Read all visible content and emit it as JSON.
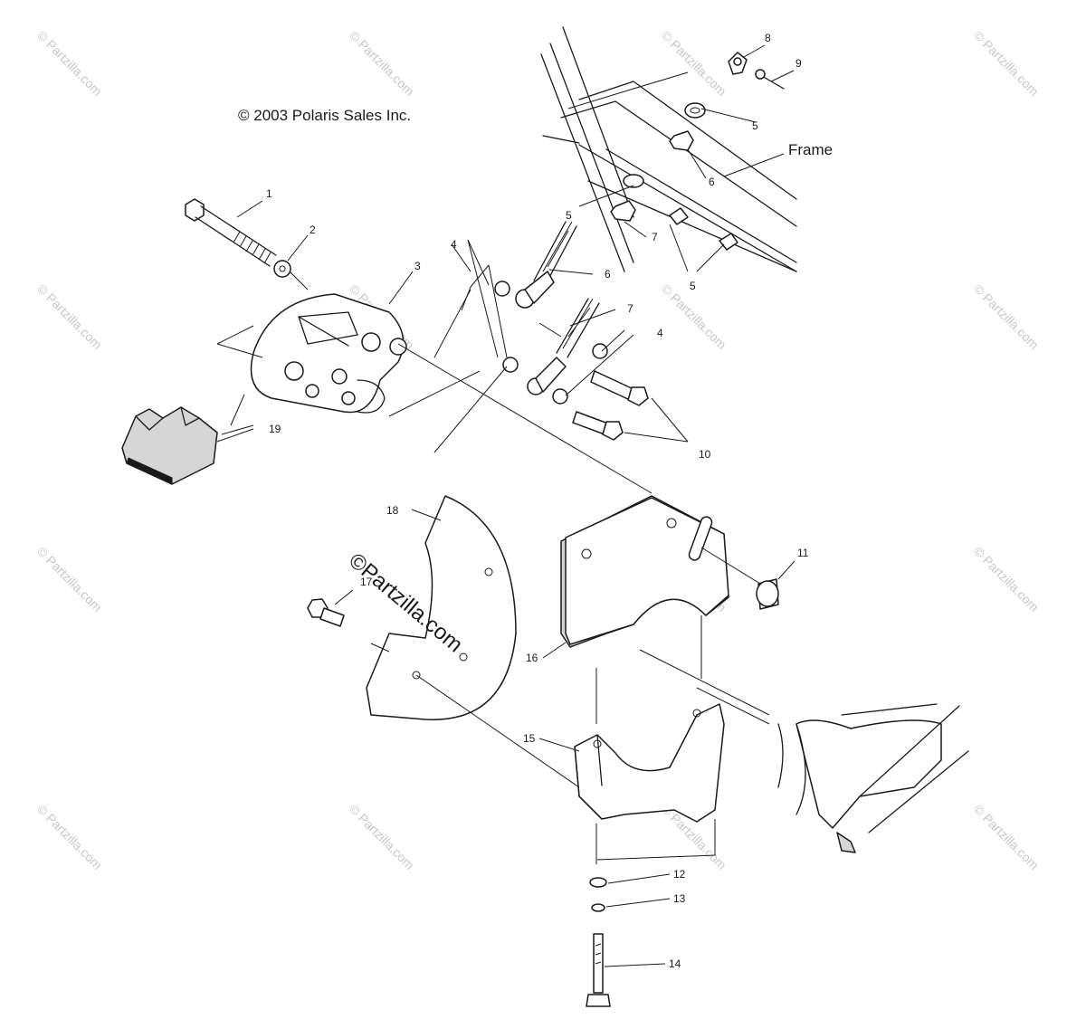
{
  "copyright": "© 2003 Polaris Sales Inc.",
  "frame_label": "Frame",
  "watermark_main": "©Partzilla.com",
  "watermark_tile": "© Partzilla.com",
  "callouts": [
    "1",
    "2",
    "3",
    "4",
    "5",
    "5",
    "5",
    "6",
    "6",
    "7",
    "7",
    "4",
    "8",
    "9",
    "10",
    "11",
    "12",
    "13",
    "14",
    "15",
    "16",
    "17",
    "18",
    "19"
  ]
}
